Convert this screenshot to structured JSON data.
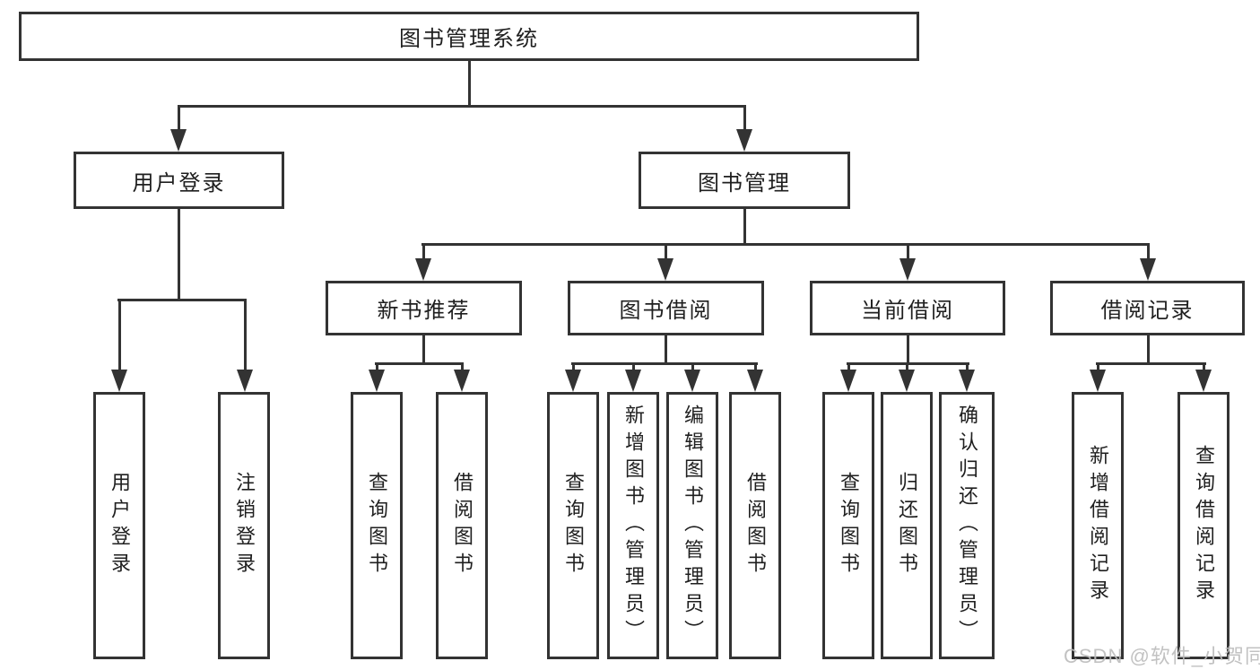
{
  "diagram": {
    "type": "hierarchy-tree",
    "root": {
      "label": "图书管理系统"
    },
    "branches": {
      "user_login": {
        "label": "用户登录",
        "children": [
          "用户登录",
          "注销登录"
        ]
      },
      "book_management": {
        "label": "图书管理",
        "children": {
          "new_book_recommend": {
            "label": "新书推荐",
            "children": [
              "查询图书",
              "借阅图书"
            ]
          },
          "book_borrow": {
            "label": "图书借阅",
            "children": [
              "查询图书",
              "新增图书（管理员）",
              "编辑图书（管理员）",
              "借阅图书"
            ]
          },
          "current_borrow": {
            "label": "当前借阅",
            "children": [
              "查询图书",
              "归还图书",
              "确认归还（管理员）"
            ]
          },
          "borrow_records": {
            "label": "借阅记录",
            "children": [
              "新增借阅记录",
              "查询借阅记录"
            ]
          }
        }
      }
    }
  },
  "watermark": "CSDN @软件_小贺同学",
  "colors": {
    "line": "#333333",
    "text": "#1f1f1f",
    "background": "#ffffff",
    "watermark": "#bdbdbd"
  }
}
